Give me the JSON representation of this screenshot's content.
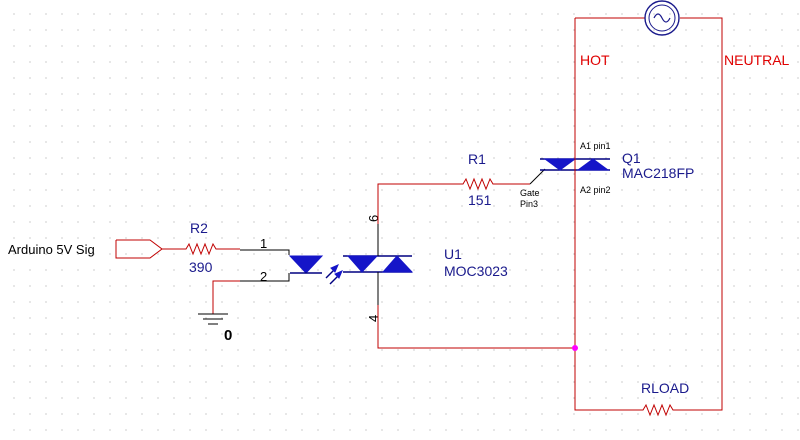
{
  "ports": {
    "input": "Arduino 5V Sig"
  },
  "resistors": {
    "r2": {
      "ref": "R2",
      "value": "390"
    },
    "r1": {
      "ref": "R1",
      "value": "151"
    },
    "rload": {
      "ref": "RLOAD"
    }
  },
  "optocoupler": {
    "ref": "U1",
    "part": "MOC3023",
    "pins": {
      "p1": "1",
      "p2": "2",
      "p6": "6",
      "p4": "4"
    }
  },
  "triac": {
    "ref": "Q1",
    "part": "MAC218FP",
    "a1": "A1 pin1",
    "a2": "A2 pin2",
    "gate_line1": "Gate",
    "gate_line2": "Pin3"
  },
  "ground": {
    "label": "0"
  },
  "nets": {
    "hot": "HOT",
    "neutral": "NEUTRAL"
  },
  "colors": {
    "wire": "#c00000",
    "component": "#1515c8",
    "label": "#1a1a8c",
    "net_label": "#e00000",
    "junction": "#ff00ff"
  }
}
